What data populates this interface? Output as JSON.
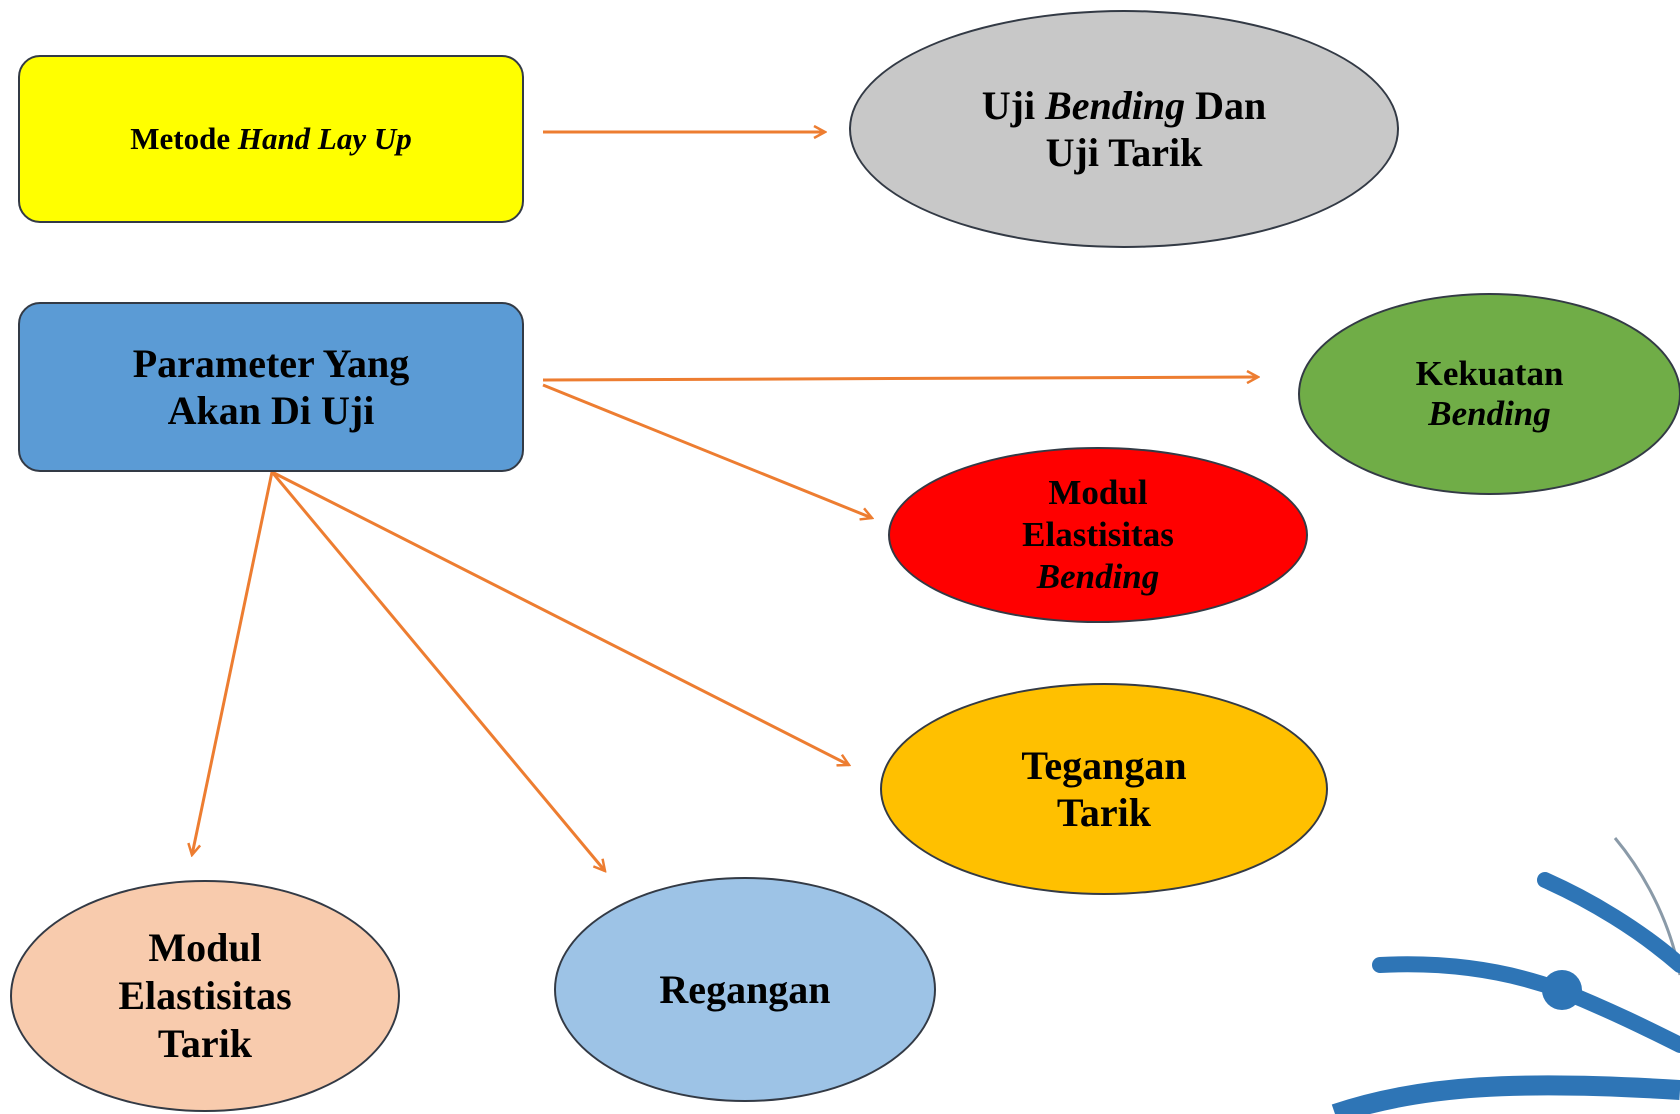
{
  "nodes": {
    "metode": {
      "pre": "Metode ",
      "it": "Hand Lay Up",
      "color": "#ffff00"
    },
    "uji": {
      "pre": "Uji ",
      "it": "Bending",
      "post": " Dan",
      "line2": "Uji Tarik",
      "color": "#c8c8c8"
    },
    "parameter": {
      "line1": "Parameter Yang",
      "line2": "Akan Di Uji",
      "color": "#5b9bd5"
    },
    "kekuatan": {
      "line1": "Kekuatan",
      "line2": "Bending",
      "color": "#70ad47"
    },
    "modul_bending": {
      "line1": "Modul",
      "line2": "Elastisitas",
      "line3": "Bending",
      "color": "#ff0000"
    },
    "tegangan": {
      "line1": "Tegangan",
      "line2": "Tarik",
      "color": "#ffc000"
    },
    "modul_tarik": {
      "line1": "Modul",
      "line2": "Elastisitas",
      "line3": "Tarik",
      "color": "#f8cbad"
    },
    "regangan": {
      "line1": "Regangan",
      "color": "#9dc3e6"
    }
  },
  "arrow_color": "#ed7d31",
  "decoration_color": "#2e75b6"
}
